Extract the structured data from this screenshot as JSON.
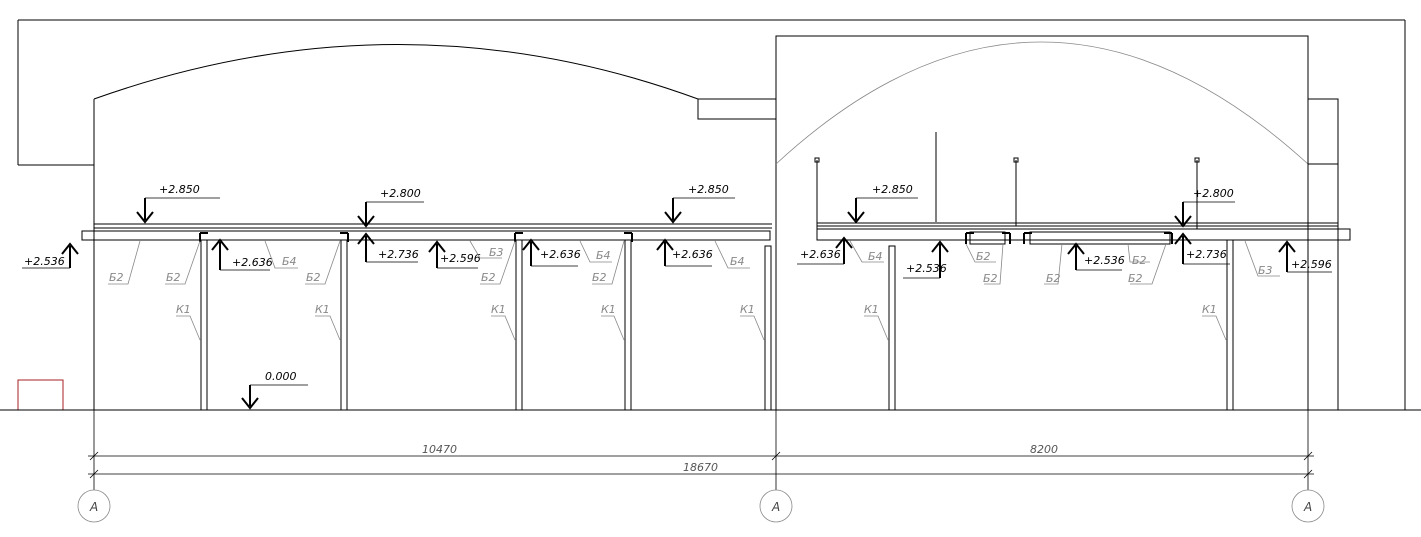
{
  "elevations": [
    {
      "id": "e-2850-a",
      "label": "+2.850"
    },
    {
      "id": "e-2800-a",
      "label": "+2.800"
    },
    {
      "id": "e-2850-b",
      "label": "+2.850"
    },
    {
      "id": "e-2850-c",
      "label": "+2.850"
    },
    {
      "id": "e-2800-b",
      "label": "+2.800"
    },
    {
      "id": "e-2536-a",
      "label": "+2.536"
    },
    {
      "id": "e-2636-a",
      "label": "+2.636"
    },
    {
      "id": "e-2736-a",
      "label": "+2.736"
    },
    {
      "id": "e-2596-a",
      "label": "+2.596"
    },
    {
      "id": "e-2636-b",
      "label": "+2.636"
    },
    {
      "id": "e-2636-c",
      "label": "+2.636"
    },
    {
      "id": "e-2636-d",
      "label": "+2.636"
    },
    {
      "id": "e-2536-b",
      "label": "+2.536"
    },
    {
      "id": "e-2536-c",
      "label": "+2.536"
    },
    {
      "id": "e-2736-b",
      "label": "+2.736"
    },
    {
      "id": "e-2596-b",
      "label": "+2.596"
    },
    {
      "id": "e-0000",
      "label": "0.000"
    }
  ],
  "beam_marks": [
    {
      "id": "b2-1",
      "label": "Б2"
    },
    {
      "id": "b2-2",
      "label": "Б2"
    },
    {
      "id": "b4-1",
      "label": "Б4"
    },
    {
      "id": "b2-3",
      "label": "Б2"
    },
    {
      "id": "b3-1",
      "label": "Б3"
    },
    {
      "id": "b2-4",
      "label": "Б2"
    },
    {
      "id": "b4-2",
      "label": "Б4"
    },
    {
      "id": "b2-5",
      "label": "Б2"
    },
    {
      "id": "b4-3",
      "label": "Б4"
    },
    {
      "id": "b4-4",
      "label": "Б4"
    },
    {
      "id": "b2-6",
      "label": "Б2"
    },
    {
      "id": "b2-7",
      "label": "Б2"
    },
    {
      "id": "b2-8",
      "label": "Б2"
    },
    {
      "id": "b2-9",
      "label": "Б2"
    },
    {
      "id": "b2-10",
      "label": "Б2"
    },
    {
      "id": "b3-2",
      "label": "Б3"
    }
  ],
  "column_marks": [
    {
      "id": "k1-1",
      "label": "К1"
    },
    {
      "id": "k1-2",
      "label": "К1"
    },
    {
      "id": "k1-3",
      "label": "К1"
    },
    {
      "id": "k1-4",
      "label": "К1"
    },
    {
      "id": "k1-5",
      "label": "К1"
    },
    {
      "id": "k1-6",
      "label": "К1"
    },
    {
      "id": "k1-7",
      "label": "К1"
    }
  ],
  "dimensions": {
    "span_left": "10470",
    "span_right": "8200",
    "total": "18670"
  },
  "axes": [
    {
      "id": "axis-1",
      "label": "А"
    },
    {
      "id": "axis-2",
      "label": "А"
    },
    {
      "id": "axis-3",
      "label": "А"
    }
  ]
}
